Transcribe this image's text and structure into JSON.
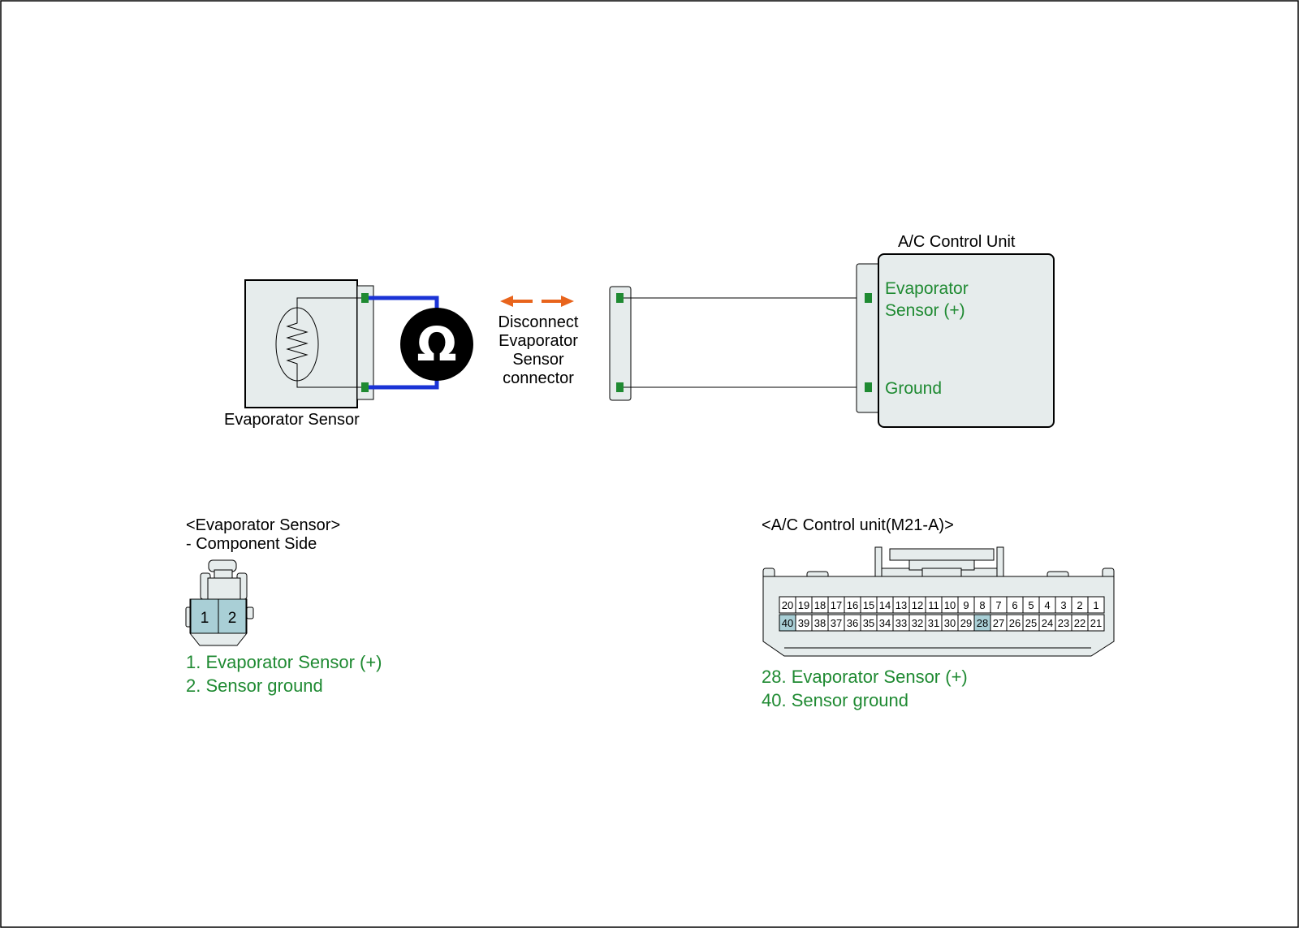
{
  "diagram": {
    "evaporator_sensor_label": "Evaporator Sensor",
    "ohmmeter_symbol": "Ω",
    "disconnect_note": [
      "Disconnect",
      "Evaporator",
      "Sensor",
      "connector"
    ],
    "control_unit_title": "A/C Control Unit",
    "control_unit_pins": {
      "pin_top": [
        "Evaporator",
        "Sensor (+)"
      ],
      "pin_bottom": "Ground"
    }
  },
  "evap_connector": {
    "title": "<Evaporator Sensor>",
    "subtitle": "- Component Side",
    "pins": [
      "1",
      "2"
    ],
    "legend": [
      "1. Evaporator Sensor (+)",
      "2. Sensor ground"
    ]
  },
  "acu_connector": {
    "title": "<A/C Control unit(M21-A)>",
    "row_top": [
      "20",
      "19",
      "18",
      "17",
      "16",
      "15",
      "14",
      "13",
      "12",
      "11",
      "10",
      "9",
      "8",
      "7",
      "6",
      "5",
      "4",
      "3",
      "2",
      "1"
    ],
    "row_bottom": [
      "40",
      "39",
      "38",
      "37",
      "36",
      "35",
      "34",
      "33",
      "32",
      "31",
      "30",
      "29",
      "28",
      "27",
      "26",
      "25",
      "24",
      "23",
      "22",
      "21"
    ],
    "highlighted": [
      "40",
      "28"
    ],
    "legend": [
      "28. Evaporator Sensor (+)",
      "40. Sensor ground"
    ]
  },
  "colors": {
    "wire_probe": "#1a33d6",
    "arrow": "#e8641c",
    "terminal": "#1f8a32",
    "label_green": "#1f8a32",
    "connector_fill": "#e6ecec",
    "pin_highlight": "#a9cfd6"
  }
}
